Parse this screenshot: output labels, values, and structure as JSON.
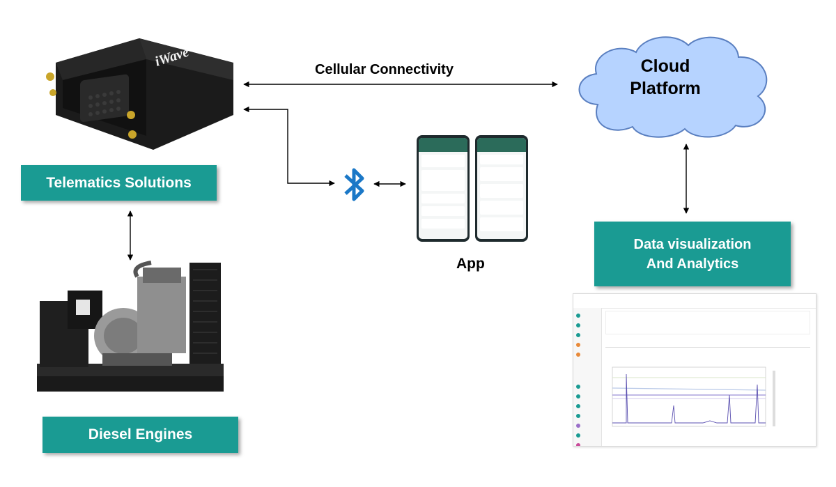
{
  "labels": {
    "telematics": "Telematics Solutions",
    "diesel": "Diesel Engines",
    "cellular": "Cellular Connectivity",
    "cloud_line1": "Cloud",
    "cloud_line2": "Platform",
    "app": "App",
    "dataviz_line1": "Data visualization",
    "dataviz_line2": "And Analytics"
  },
  "device": {
    "brand": "iWave"
  },
  "colors": {
    "teal": "#1a9b93",
    "cloud_fill": "#b6d3ff",
    "cloud_stroke": "#5a7fc0",
    "bluetooth": "#1b78c7",
    "app_green": "#2b6b5a"
  },
  "icons": [
    "bluetooth-icon",
    "cloud-shape",
    "telematics-device-image",
    "diesel-generator-image",
    "phone-app-image",
    "dashboard-screenshot-image"
  ]
}
